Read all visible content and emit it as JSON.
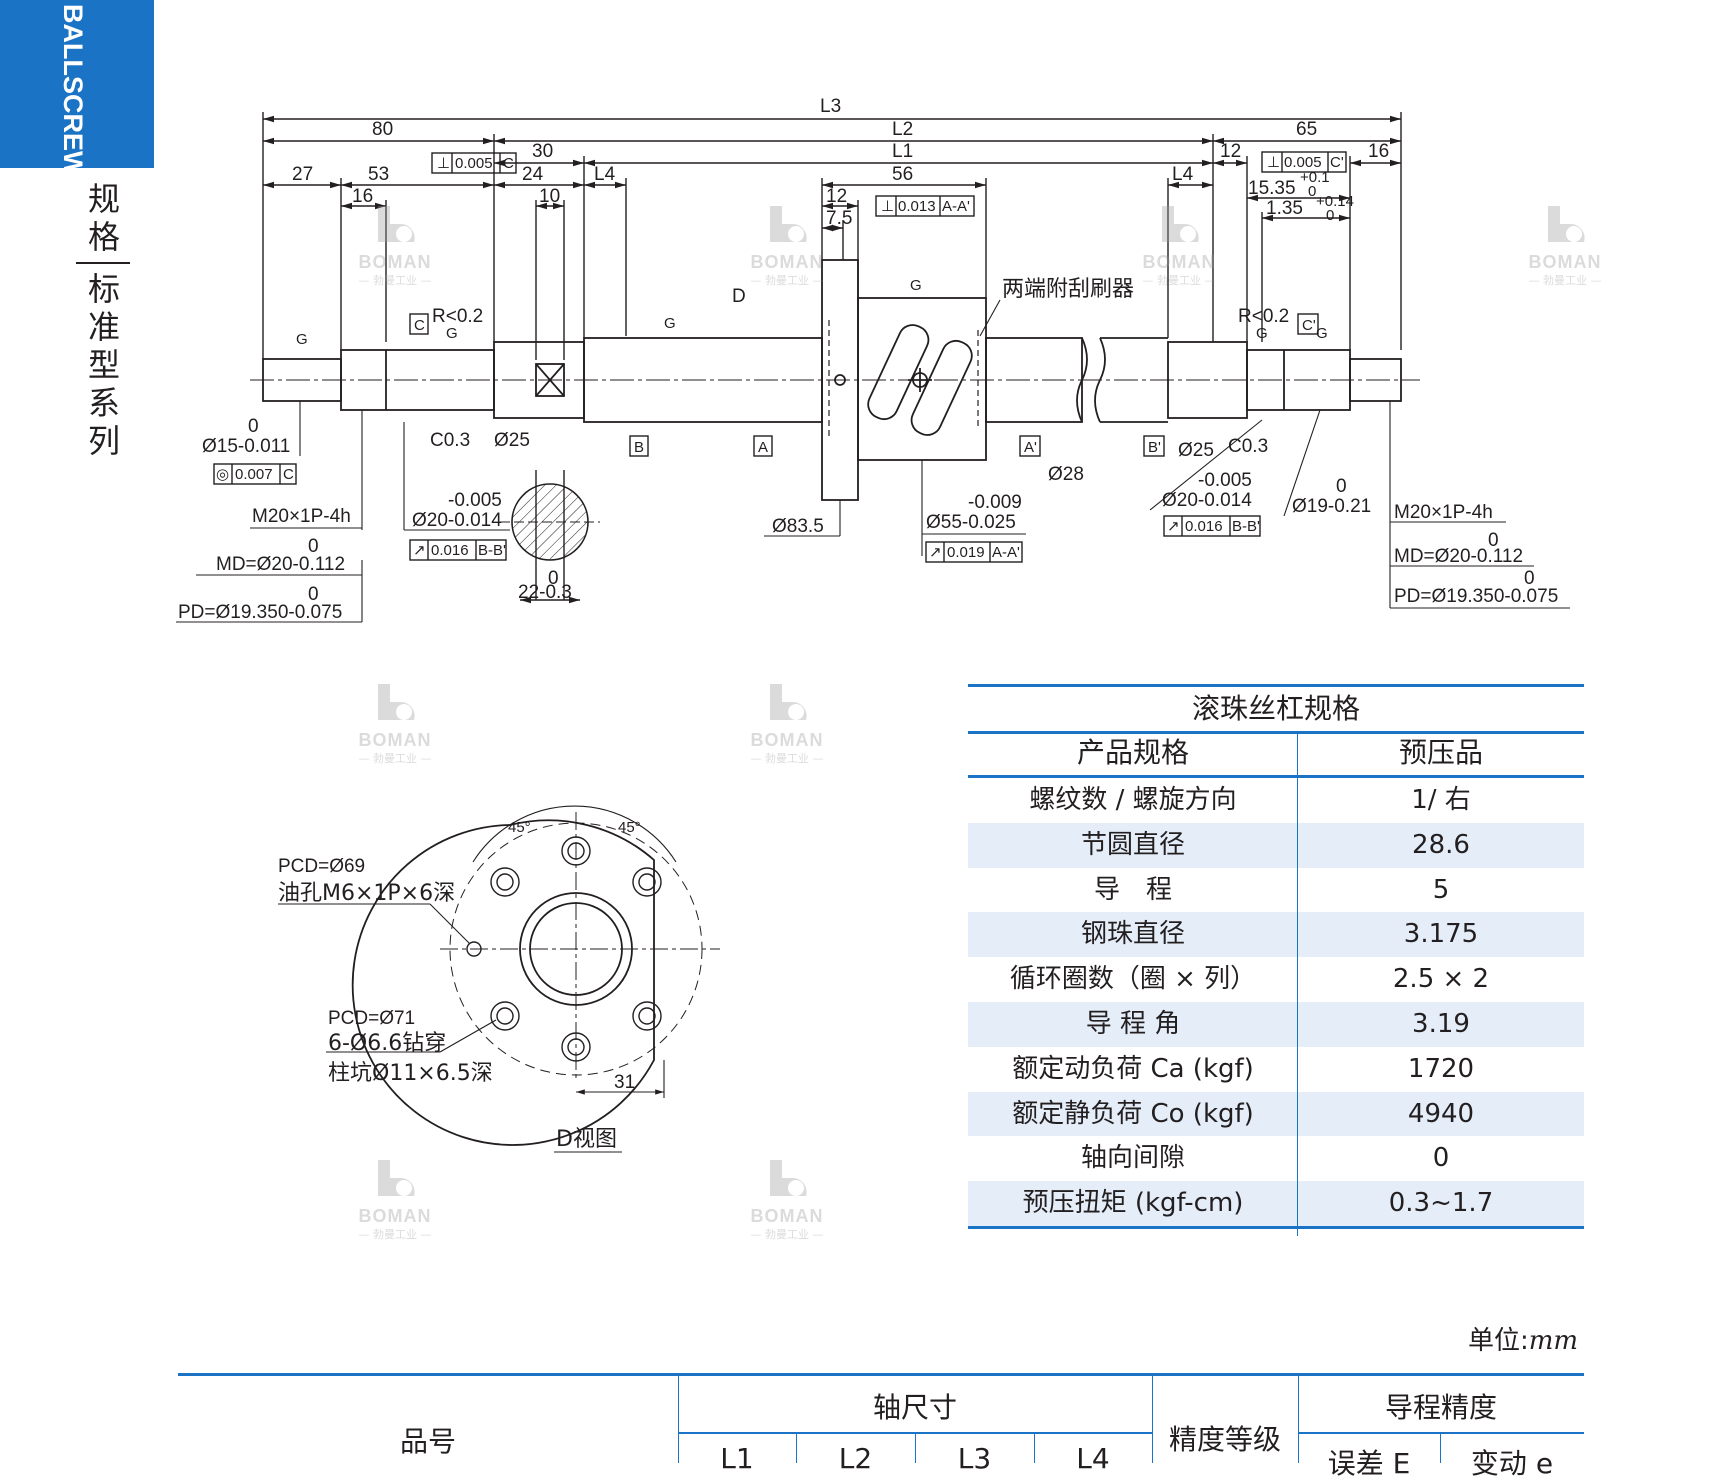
{
  "side_tab": {
    "en": "BALLSCREWS",
    "cn_top": [
      "规",
      "格"
    ],
    "cn_bottom": [
      "标",
      "准",
      "型",
      "系",
      "列"
    ]
  },
  "watermark": {
    "name": "BOMAN",
    "sub": "— 勃曼工业 —"
  },
  "drawing": {
    "top_dims": {
      "L3": "L3",
      "L2": "L2",
      "L1": "L1",
      "d80": "80",
      "d65": "65",
      "d30": "30",
      "d12": "12",
      "d16": "16",
      "d27": "27",
      "d53": "53",
      "d24": "24",
      "L4a": "L4",
      "d56": "56",
      "L4b": "L4",
      "d16b": "16",
      "d10": "10",
      "d12b": "12",
      "d7_5": "7.5",
      "d15_35": "15.35",
      "d15_35_tol_up": "+0.1",
      "d15_35_tol_lo": "0",
      "d1_35": "1.35",
      "d1_35_tol_up": "+0.14",
      "d1_35_tol_lo": "0"
    },
    "tolerance_frames": {
      "perp_c": [
        "⊥",
        "0.005",
        "C"
      ],
      "perp_c2": [
        "⊥",
        "0.005",
        "C'"
      ],
      "perp_aa": [
        "⊥",
        "0.013",
        "A-A'"
      ],
      "conc_c": [
        "◎",
        "0.007",
        "C"
      ],
      "run_bb": [
        "↗",
        "0.016",
        "B-B'"
      ],
      "run_bb2": [
        "↗",
        "0.016",
        "B-B'"
      ],
      "run_aa": [
        "↗",
        "0.019",
        "A-A'"
      ]
    },
    "labels": {
      "G": "G",
      "D": "D",
      "C": "C",
      "C2": "C'",
      "A": "A",
      "A2": "A'",
      "B": "B",
      "B2": "B'",
      "r_left": "R<0.2",
      "r_right": "R<0.2",
      "wiper": "两端附刮刷器",
      "c03_left": "C0.3",
      "c03_right": "C0.3",
      "phi25_left": "Ø25",
      "phi25_right": "Ø25",
      "phi28": "Ø28",
      "phi83_5": "Ø83.5",
      "phi55": "Ø55-0.025",
      "phi55_up": "-0.009",
      "phi20_left": "Ø20-0.014",
      "phi20_left_up": "-0.005",
      "phi20_right": "Ø20-0.014",
      "phi20_right_up": "-0.005",
      "phi15": "Ø15-0.011",
      "phi15_up": "0",
      "phi19": "Ø19-0.21",
      "phi19_up": "0",
      "d22": "22-0.3",
      "d22_up": "0",
      "thread_left": "M20×1P-4h",
      "md_left": "MD=Ø20-0.112",
      "md_left_up": "0",
      "pd_left": "PD=Ø19.350-0.075",
      "pd_left_up": "0",
      "thread_right": "M20×1P-4h",
      "md_right": "MD=Ø20-0.112",
      "md_right_up": "0",
      "pd_right": "PD=Ø19.350-0.075",
      "pd_right_up": "0"
    },
    "d_view": {
      "angle_l": "45°",
      "angle_r": "45°",
      "pcd69": "PCD=Ø69",
      "oil": "油孔M6×1P×6深",
      "pcd71": "PCD=Ø71",
      "holes": "6-Ø6.6钻穿",
      "cbore": "柱坑Ø11×6.5深",
      "d31": "31",
      "caption": "D视图"
    }
  },
  "spec_table": {
    "title": "滚珠丝杠规格",
    "head": [
      "产品规格",
      "预压品"
    ],
    "rows": [
      [
        "螺纹数 / 螺旋方向",
        "1/ 右"
      ],
      [
        "节圆直径",
        "28.6"
      ],
      [
        "导　程",
        "5"
      ],
      [
        "钢珠直径",
        "3.175"
      ],
      [
        "循环圈数（圈 × 列）",
        "2.5 × 2"
      ],
      [
        "导 程 角",
        "3.19"
      ],
      [
        "额定动负荷 Ca (kgf)",
        "1720"
      ],
      [
        "额定静负荷 Co (kgf)",
        "4940"
      ],
      [
        "轴向间隙",
        "0"
      ],
      [
        "预压扭矩 (kgf-cm)",
        "0.3~1.7"
      ]
    ]
  },
  "bottom_table": {
    "unit_label": "单位:",
    "unit": "mm",
    "part_no": "品号",
    "shaft": "轴尺寸",
    "grade": "精度等级",
    "lead_acc": "导程精度",
    "sub": [
      "L1",
      "L2",
      "L3",
      "L4"
    ],
    "lead_sub": [
      "误差 E",
      "变动 e"
    ]
  }
}
